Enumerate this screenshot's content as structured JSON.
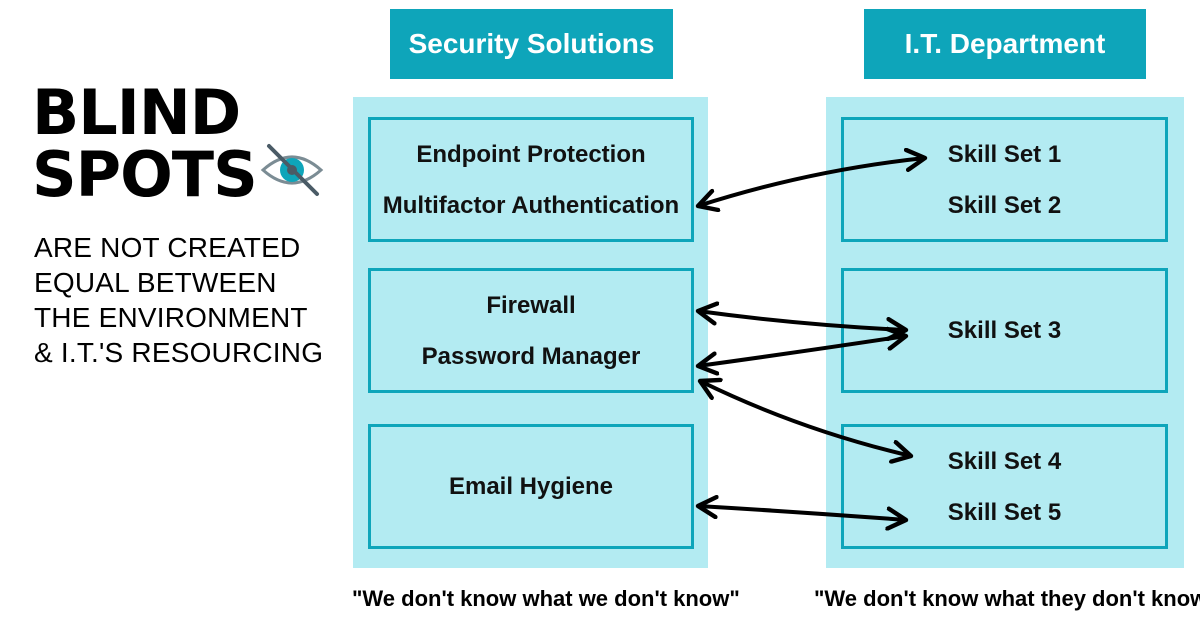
{
  "title": {
    "line1": "BLIND",
    "line2": "SPOTS",
    "subtitle": "ARE NOT CREATED EQUAL BETWEEN THE ENVIRONMENT & I.T.'S RESOURCING",
    "icon": "crossed-eye-icon"
  },
  "columns": {
    "security": {
      "header": "Security Solutions",
      "boxes": [
        {
          "items": [
            "Endpoint Protection",
            "Multifactor Authentication"
          ]
        },
        {
          "items": [
            "Firewall",
            "Password Manager"
          ]
        },
        {
          "items": [
            "Email Hygiene"
          ]
        }
      ],
      "quote": "\"We don't know what we don't know\""
    },
    "it": {
      "header": "I.T. Department",
      "boxes": [
        {
          "items": [
            "Skill Set 1",
            "Skill Set 2"
          ]
        },
        {
          "items": [
            "Skill Set 3"
          ]
        },
        {
          "items": [
            "Skill Set 4",
            "Skill Set 5"
          ]
        }
      ],
      "quote": "\"We don't know what they don't know\""
    }
  },
  "colors": {
    "accent": "#0ea5ba",
    "panel": "#b3ebf2",
    "text": "#111111"
  }
}
